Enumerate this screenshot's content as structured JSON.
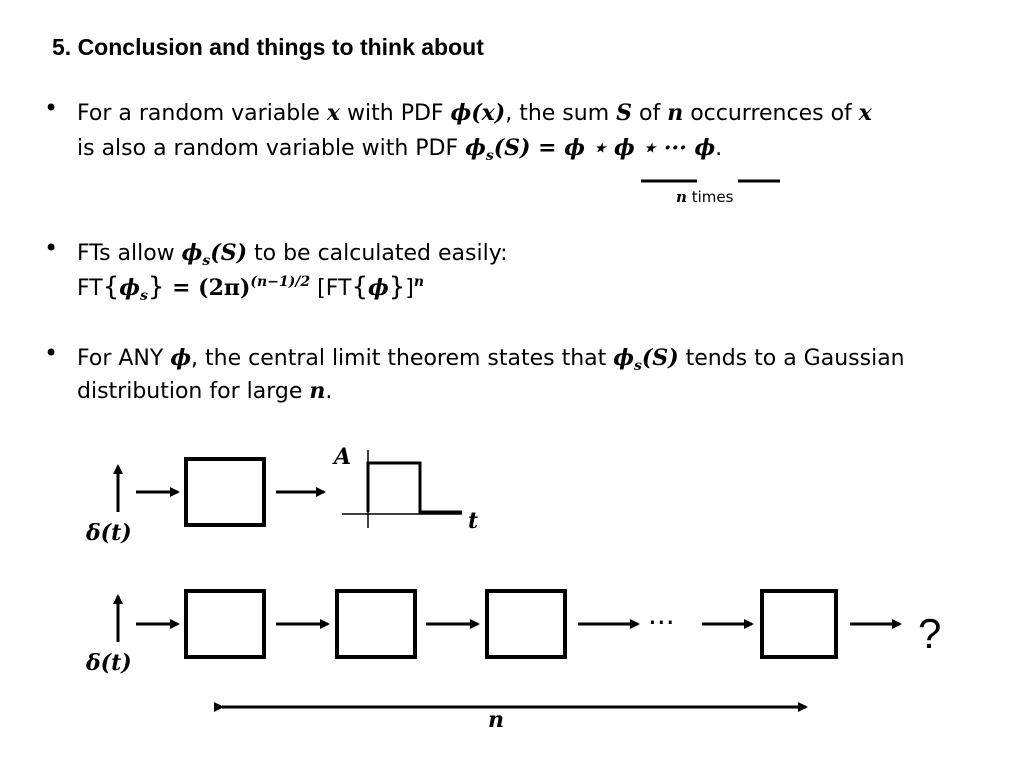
{
  "title": "5. Conclusion and things to think about",
  "bullet1": {
    "l1_a": "For a random variable ",
    "x": "x",
    "l1_b": " with PDF ",
    "phi_x": "ϕ(x)",
    "l1_c": ", the sum ",
    "S": "S",
    "l1_d": " of ",
    "n": "n",
    "l1_e": " occurrences of ",
    "l2_a": "is also a random variable with PDF ",
    "phis": "ϕ",
    "sub_s": "s",
    "paren_S": "(S)",
    "eq_conv": " = ϕ ⋆ ϕ ⋆ ··· ϕ",
    "period": ".",
    "times_label": "times"
  },
  "bullet2": {
    "l1_b": " to be calculated easily:",
    "ft": "FT",
    "lbrace": "{",
    "rbrace": "}",
    "eq_2pi": " = (2π)",
    "exp": "(n−1)/2",
    "lbracket": " [",
    "rbracket": "]",
    "exp_n": "n",
    "l1_a": "FTs allow "
  },
  "bullet3": {
    "l1_a": "For ANY ",
    "l1_b": ", the central limit theorem states that ",
    "l1_c": " tends to a Gaussian",
    "l2_a": "distribution for large ",
    "l2_b": "."
  },
  "diagram": {
    "delta_label": "δ(t)",
    "amp_label": "A",
    "time_label": "t",
    "ellipsis": "···",
    "question": "?",
    "n_label": "n"
  }
}
